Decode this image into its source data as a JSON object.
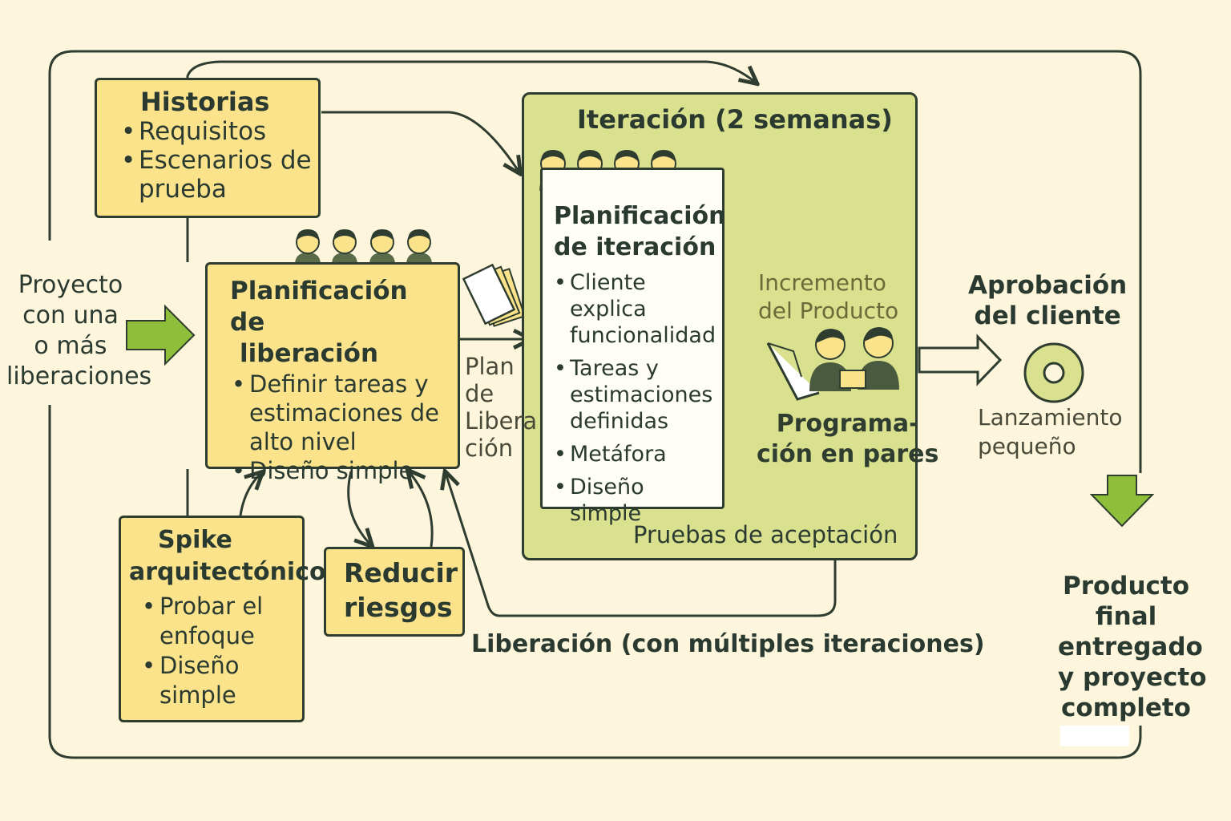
{
  "project": {
    "lines": [
      "Proyecto",
      "con una",
      "o más",
      "liberaciones"
    ]
  },
  "stories": {
    "title": "Historias",
    "items": [
      "Requisitos",
      "Escenarios de prueba"
    ]
  },
  "release_planning": {
    "title_line1": "Planificación de",
    "title_line2": "liberación",
    "items": [
      "Definir tareas y estimaciones de alto nivel",
      "Diseño simple"
    ]
  },
  "spike": {
    "title_line1": "Spike",
    "title_line2": "arquitectónico",
    "items": [
      "Probar el enfoque",
      "Diseño simple"
    ]
  },
  "reduce_risks": {
    "line1": "Reducir",
    "line2": "riesgos"
  },
  "release_plan_label": {
    "lines": [
      "Plan",
      "de",
      "Libera",
      "ción"
    ]
  },
  "iteration": {
    "title": "Iteración (2 semanas)",
    "planning_title_line1": "Planificación",
    "planning_title_line2": "de iteración",
    "planning_items": [
      "Cliente explica funcionalidad",
      "Tareas y estimaciones definidas",
      "Metáfora",
      "Diseño simple"
    ],
    "increment_line1": "Incremento",
    "increment_line2": "del Producto",
    "pairs_line1": "Programa-",
    "pairs_line2": "ción en pares",
    "acceptance": "Pruebas de aceptación"
  },
  "approval": {
    "line1": "Aprobación",
    "line2": "del cliente"
  },
  "small_release": {
    "line1": "Lanzamiento",
    "line2": "pequeño"
  },
  "release_caption": "Liberación (con múltiples iteraciones)",
  "final_product": {
    "lines": [
      "Producto",
      "final",
      "entregado",
      "y proyecto",
      "completo"
    ]
  },
  "colors": {
    "background": "#fdf6dc",
    "note_yellow": "#fbe38c",
    "iteration_green": "#d9e08e",
    "arrow_green": "#8fbf3a",
    "outline": "#2f3d30"
  }
}
